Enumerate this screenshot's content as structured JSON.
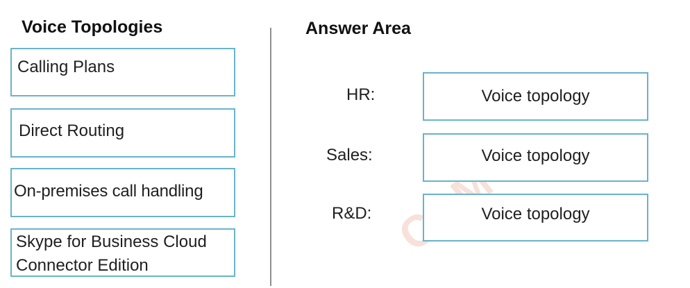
{
  "voice_topologies": {
    "heading": "Voice Topologies",
    "options": [
      {
        "label": "Calling Plans"
      },
      {
        "label": "Direct Routing"
      },
      {
        "label": "On-premises call handling"
      },
      {
        "label_line1": "Skype for Business Cloud",
        "label_line2": "Connector Edition"
      }
    ]
  },
  "answer_area": {
    "heading": "Answer Area",
    "rows": [
      {
        "label": "HR:",
        "value": "Voice topology"
      },
      {
        "label": "Sales:",
        "value": "Voice topology"
      },
      {
        "label": "R&D:",
        "value": "Voice topology"
      }
    ]
  },
  "watermark": {
    "text": "COM"
  },
  "colors": {
    "box_border": "#69b3cb",
    "divider": "#8f8f8f",
    "watermark": "#f4d9cf"
  }
}
